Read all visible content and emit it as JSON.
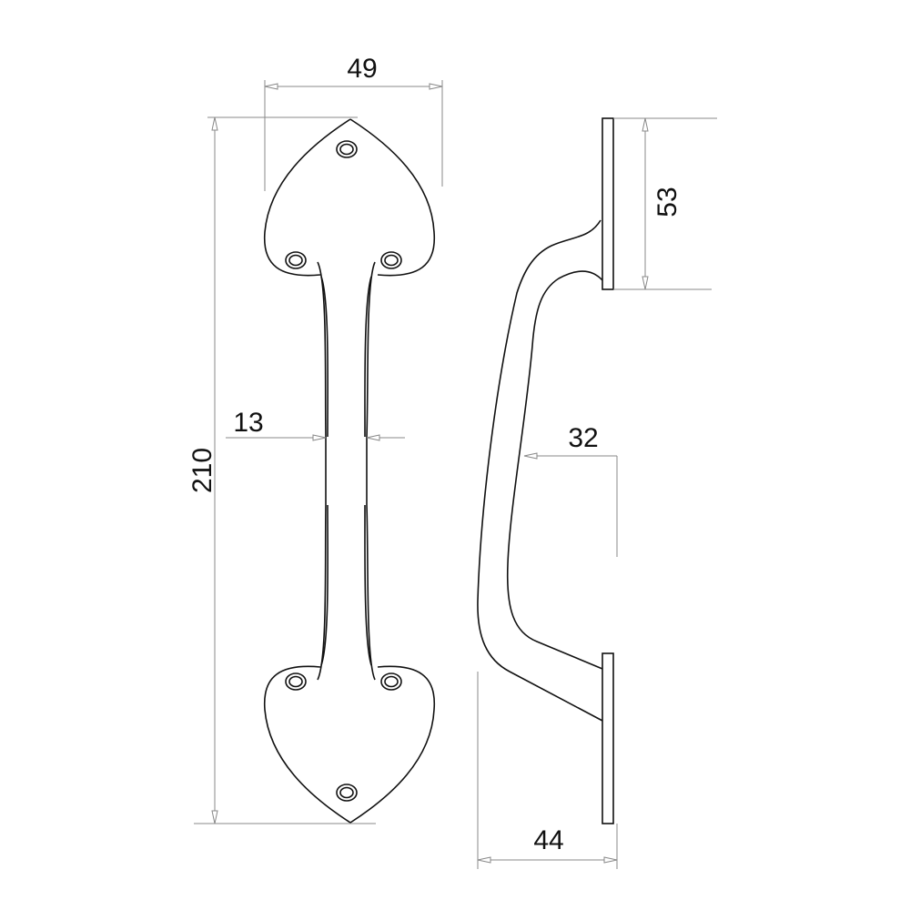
{
  "drawing": {
    "title": "Door pull handle technical drawing",
    "dimensions": {
      "plate_width": "49",
      "overall_length": "210",
      "grip_width": "13",
      "plate_height_side": "53",
      "grip_clearance": "32",
      "projection": "44"
    },
    "line_color": "#111111",
    "dimension_color": "#888888"
  }
}
